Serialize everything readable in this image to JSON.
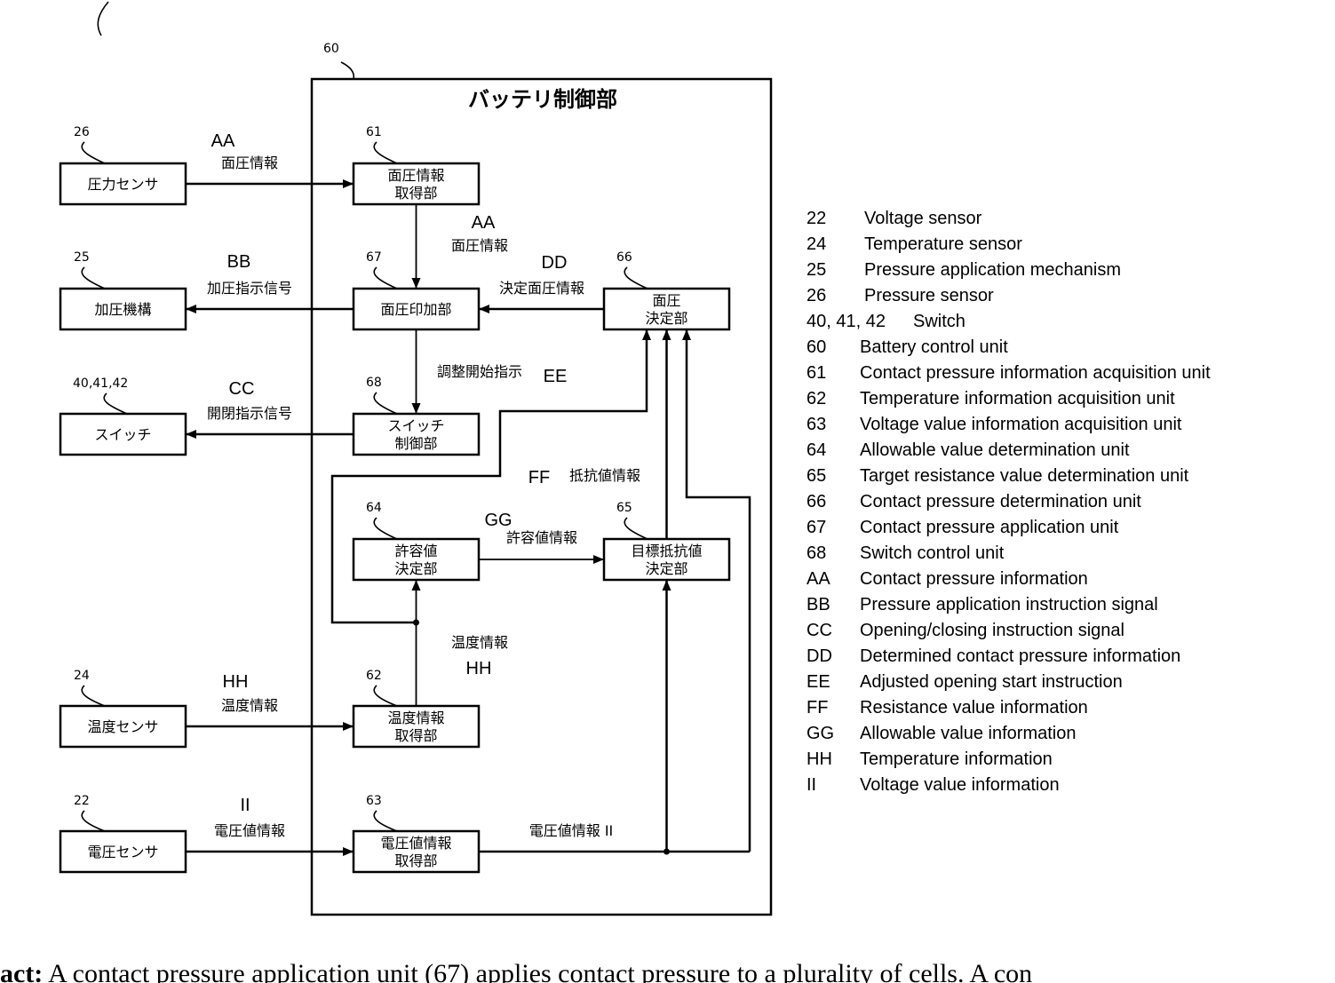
{
  "control_unit": {
    "ref": "60",
    "title": "バッテリ制御部"
  },
  "external": {
    "pressure_sensor": {
      "ref": "26",
      "label": "圧力センサ"
    },
    "pressure_mech": {
      "ref": "25",
      "label": "加圧機構"
    },
    "switch": {
      "ref": "40,41,42",
      "label": "スイッチ"
    },
    "temp_sensor": {
      "ref": "24",
      "label": "温度センサ"
    },
    "voltage_sensor": {
      "ref": "22",
      "label": "電圧センサ"
    }
  },
  "internal": {
    "u61": {
      "ref": "61",
      "line1": "面圧情報",
      "line2": "取得部"
    },
    "u67": {
      "ref": "67",
      "line1": "面圧印加部"
    },
    "u66": {
      "ref": "66",
      "line1": "面圧",
      "line2": "決定部"
    },
    "u68": {
      "ref": "68",
      "line1": "スイッチ",
      "line2": "制御部"
    },
    "u64": {
      "ref": "64",
      "line1": "許容値",
      "line2": "決定部"
    },
    "u65": {
      "ref": "65",
      "line1": "目標抵抗値",
      "line2": "決定部"
    },
    "u62": {
      "ref": "62",
      "line1": "温度情報",
      "line2": "取得部"
    },
    "u63": {
      "ref": "63",
      "line1": "電圧値情報",
      "line2": "取得部"
    }
  },
  "signals": {
    "aa1_code": "AA",
    "aa1_jp": "面圧情報",
    "aa2_code": "AA",
    "aa2_jp": "面圧情報",
    "bb_code": "BB",
    "bb_jp": "加圧指示信号",
    "cc_code": "CC",
    "cc_jp": "開閉指示信号",
    "dd_code": "DD",
    "dd_jp": "決定面圧情報",
    "ee_jp": "調整開始指示",
    "ee_code": "EE",
    "ff_code": "FF",
    "ff_jp": "抵抗値情報",
    "gg_code": "GG",
    "gg_jp": "許容値情報",
    "hh1_code": "HH",
    "hh1_jp": "温度情報",
    "hh2_jp": "温度情報",
    "hh2_code": "HH",
    "ii1_code": "II",
    "ii1_jp": "電圧値情報",
    "ii2_jp": "電圧値情報 II"
  },
  "legend": [
    {
      "code": "22",
      "text": "Voltage sensor"
    },
    {
      "code": "24",
      "text": "Temperature sensor"
    },
    {
      "code": "25",
      "text": "Pressure application mechanism"
    },
    {
      "code": "26",
      "text": "Pressure sensor"
    },
    {
      "code": "40, 41, 42",
      "text": "Switch"
    },
    {
      "code": "60",
      "text": "Battery control unit"
    },
    {
      "code": "61",
      "text": "Contact pressure information acquisition unit"
    },
    {
      "code": "62",
      "text": "Temperature information acquisition unit"
    },
    {
      "code": "63",
      "text": "Voltage value information acquisition unit"
    },
    {
      "code": "64",
      "text": "Allowable value determination unit"
    },
    {
      "code": "65",
      "text": "Target resistance value determination unit"
    },
    {
      "code": "66",
      "text": "Contact pressure determination unit"
    },
    {
      "code": "67",
      "text": "Contact pressure application unit"
    },
    {
      "code": "68",
      "text": "Switch control unit"
    },
    {
      "code": "AA",
      "text": "Contact pressure information"
    },
    {
      "code": "BB",
      "text": "Pressure application instruction signal"
    },
    {
      "code": "CC",
      "text": "Opening/closing instruction signal"
    },
    {
      "code": "DD",
      "text": "Determined contact pressure information"
    },
    {
      "code": "EE",
      "text": "Adjusted opening start instruction"
    },
    {
      "code": "FF",
      "text": "Resistance value information"
    },
    {
      "code": "GG",
      "text": "Allowable value information"
    },
    {
      "code": "HH",
      "text": "Temperature information"
    },
    {
      "code": "II",
      "text": "Voltage value information"
    }
  ],
  "abstract": {
    "label": "act:",
    "text": " A contact pressure application unit (67) applies contact pressure to a plurality of cells. A con"
  }
}
